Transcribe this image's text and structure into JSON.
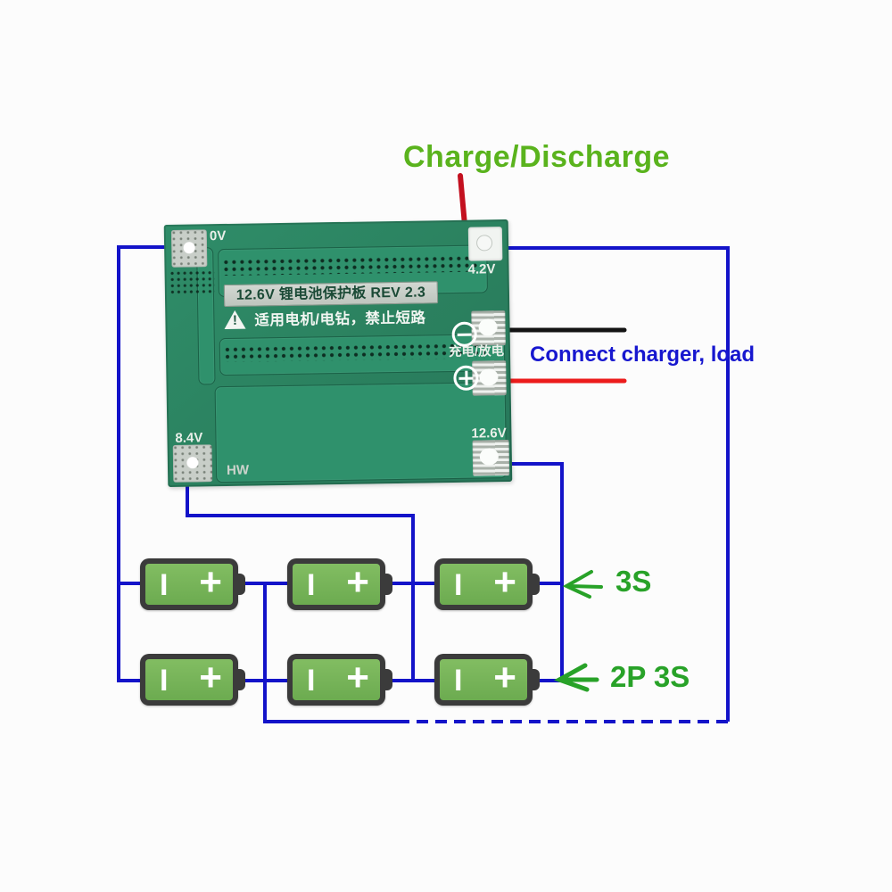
{
  "annotations": {
    "charge_discharge": "Charge/Discharge",
    "connect_charger_load": "Connect charger, load",
    "series_label": "3S",
    "pack_label": "2P 3S"
  },
  "board": {
    "pad_labels": {
      "top_left": "0V",
      "top_right": "4.2V",
      "bottom_left": "8.4V",
      "bottom_right": "12.6V"
    },
    "silkscreen": {
      "title": "12.6V 锂电池保护板 REV 2.3",
      "warning": "适用电机/电钻，禁止短路",
      "warning_mark": "!",
      "charge_discharge_cn": "充电/放电",
      "maker": "HW"
    }
  },
  "battery": {
    "neg": "I",
    "pos": "+"
  },
  "colors": {
    "pcb_green": "#2c8767",
    "wire_blue": "#1313c9",
    "wire_black": "#141414",
    "wire_red": "#ec1c1c",
    "pointer_red": "#c3101f",
    "label_green": "#5ab31d",
    "arrow_green": "#28a228",
    "label_blue": "#1717cf",
    "battery_green": "#79b75a"
  }
}
